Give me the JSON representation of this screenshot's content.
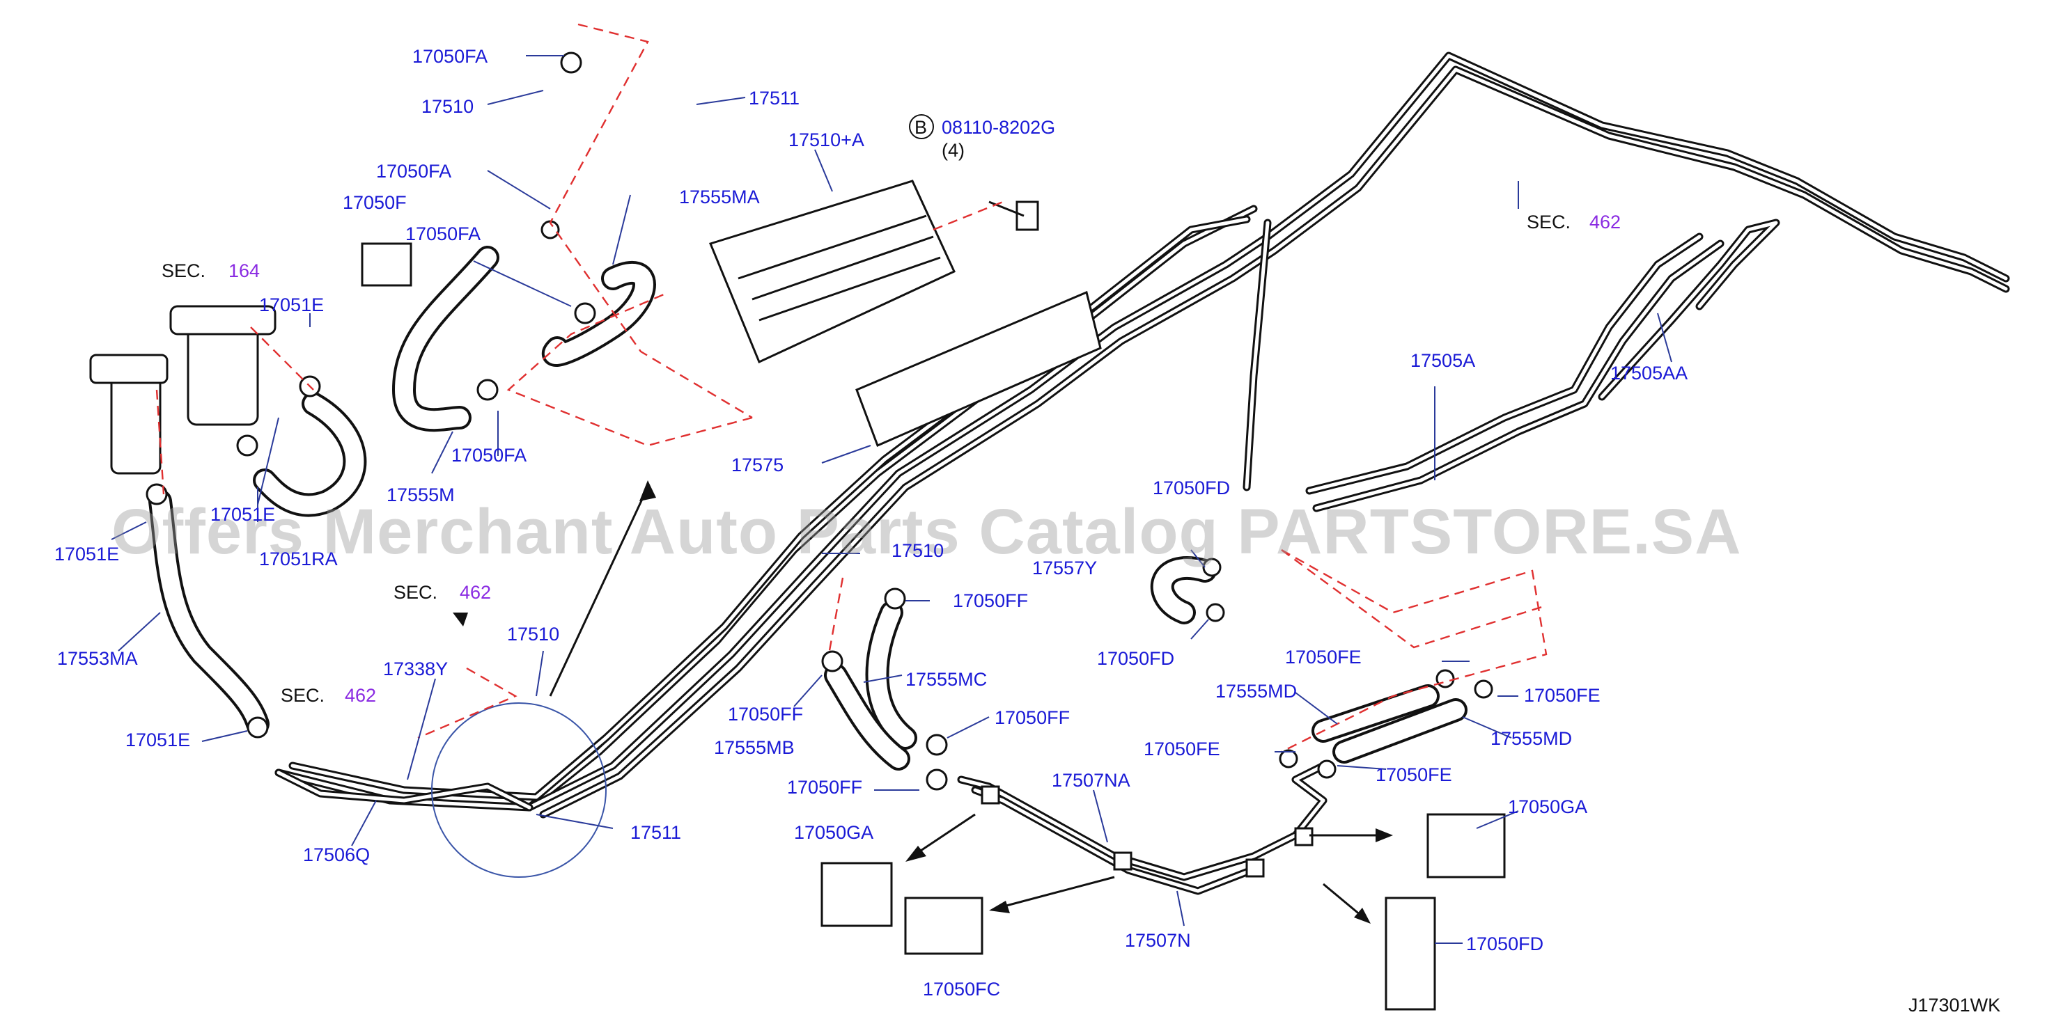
{
  "watermark": "Offers Merchant Auto Parts Catalog PARTSTORE.SA",
  "drawing_code": "J17301WK",
  "bolt": {
    "marker": "B",
    "part": "08110-8202G",
    "qty": "(4)"
  },
  "sections": [
    {
      "prefix": "SEC.",
      "num": "164"
    },
    {
      "prefix": "SEC.",
      "num": "462"
    },
    {
      "prefix": "SEC.",
      "num": "462"
    },
    {
      "prefix": "SEC.",
      "num": "462"
    }
  ],
  "labels": [
    "17050FA",
    "17510",
    "17511",
    "17050FA",
    "17050F",
    "17050FA",
    "17555MA",
    "17510+A",
    "17555M",
    "17050FA",
    "17575",
    "17051E",
    "17051E",
    "17051RA",
    "17051E",
    "17553MA",
    "17051E",
    "17338Y",
    "17510",
    "17506Q",
    "17511",
    "17510",
    "17050FF",
    "17555MC",
    "17050FF",
    "17555MB",
    "17050FF",
    "17050FF",
    "17050GA",
    "17050FC",
    "17507NA",
    "17507N",
    "17050FD",
    "17557Y",
    "17050FD",
    "17505A",
    "17505AA",
    "17050FE",
    "17555MD",
    "17050FE",
    "17050FE",
    "17555MD",
    "17050FE",
    "17050GA",
    "17050FD"
  ]
}
